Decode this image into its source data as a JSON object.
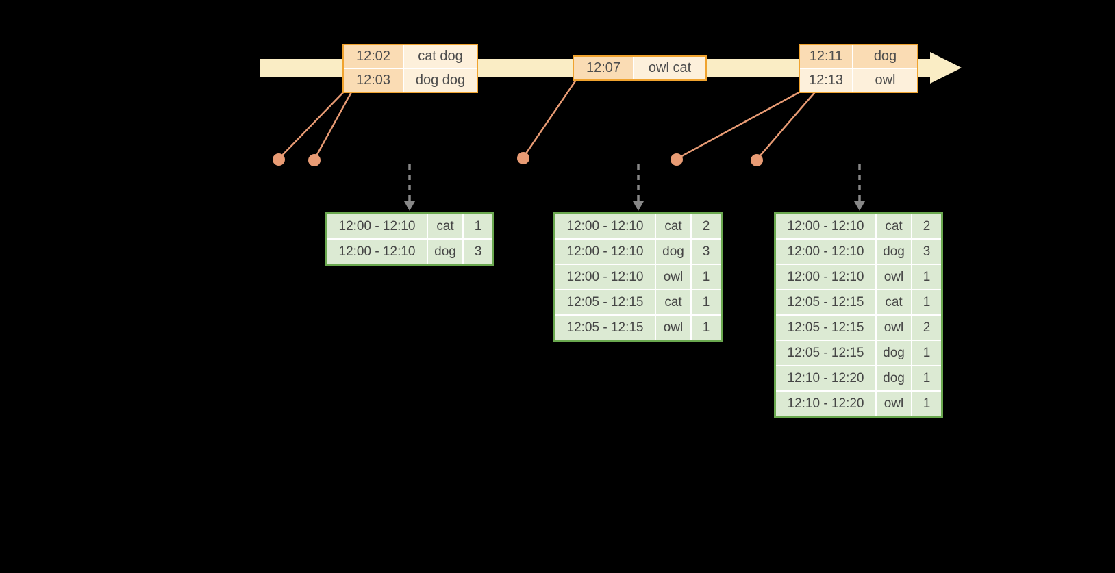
{
  "colors": {
    "background": "#000000",
    "timeline_fill": "#FAEDC5",
    "event_table_border": "#F0A32F",
    "event_cell_dark": "#FADCB4",
    "event_cell_light": "#FDF0DB",
    "event_dot": "#E89B74",
    "connector_line": "#E89B74",
    "trigger_arrow": "#888888",
    "result_table_border": "#6AA84F",
    "result_cell_fill": "#DCEAD3",
    "grid_line": "#FFFFFF",
    "text_color": "#4D4D4D"
  },
  "event_tables": [
    {
      "id": "event-table-1",
      "rows": [
        {
          "time": "12:02",
          "words": "cat dog",
          "time_tone": "dark",
          "words_tone": "light"
        },
        {
          "time": "12:03",
          "words": "dog dog",
          "time_tone": "dark",
          "words_tone": "light"
        }
      ]
    },
    {
      "id": "event-table-2",
      "rows": [
        {
          "time": "12:07",
          "words": "owl cat",
          "time_tone": "dark",
          "words_tone": "light"
        }
      ]
    },
    {
      "id": "event-table-3",
      "rows": [
        {
          "time": "12:11",
          "words": "dog",
          "time_tone": "dark",
          "words_tone": "dark"
        },
        {
          "time": "12:13",
          "words": "owl",
          "time_tone": "light",
          "words_tone": "light"
        }
      ]
    }
  ],
  "result_tables": [
    {
      "id": "result-table-1",
      "rows": [
        {
          "window": "12:00 - 12:10",
          "word": "cat",
          "count": "1"
        },
        {
          "window": "12:00 - 12:10",
          "word": "dog",
          "count": "3"
        }
      ]
    },
    {
      "id": "result-table-2",
      "rows": [
        {
          "window": "12:00 - 12:10",
          "word": "cat",
          "count": "2"
        },
        {
          "window": "12:00 - 12:10",
          "word": "dog",
          "count": "3"
        },
        {
          "window": "12:00 - 12:10",
          "word": "owl",
          "count": "1"
        },
        {
          "window": "12:05 - 12:15",
          "word": "cat",
          "count": "1"
        },
        {
          "window": "12:05 - 12:15",
          "word": "owl",
          "count": "1"
        }
      ]
    },
    {
      "id": "result-table-3",
      "rows": [
        {
          "window": "12:00 - 12:10",
          "word": "cat",
          "count": "2"
        },
        {
          "window": "12:00 - 12:10",
          "word": "dog",
          "count": "3"
        },
        {
          "window": "12:00 - 12:10",
          "word": "owl",
          "count": "1"
        },
        {
          "window": "12:05 - 12:15",
          "word": "cat",
          "count": "1"
        },
        {
          "window": "12:05 - 12:15",
          "word": "owl",
          "count": "2"
        },
        {
          "window": "12:05 - 12:15",
          "word": "dog",
          "count": "1"
        },
        {
          "window": "12:10 - 12:20",
          "word": "dog",
          "count": "1"
        },
        {
          "window": "12:10 - 12:20",
          "word": "owl",
          "count": "1"
        }
      ]
    }
  ]
}
